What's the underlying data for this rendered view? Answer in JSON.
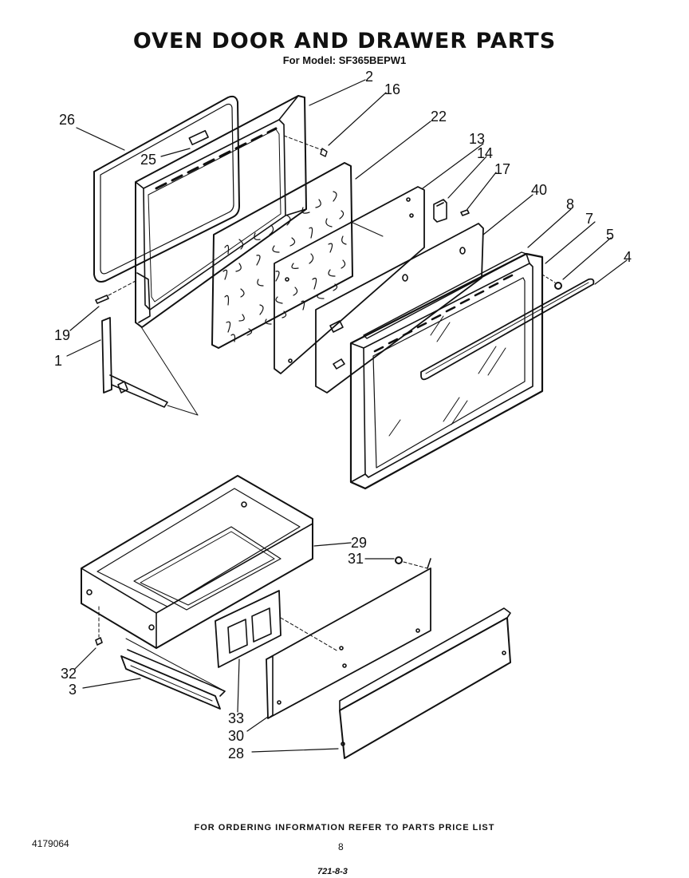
{
  "title": "OVEN DOOR AND  DRAWER PARTS",
  "subtitle": "For Model: SF365BEPW1",
  "footer_note": "FOR ORDERING INFORMATION REFER TO PARTS PRICE LIST",
  "doc_number": "4179064",
  "page_number": "8",
  "code": "721-8-3",
  "callouts": {
    "c1": "1",
    "c2": "2",
    "c3": "3",
    "c4": "4",
    "c5": "5",
    "c7": "7",
    "c8": "8",
    "c13": "13",
    "c14": "14",
    "c16": "16",
    "c17": "17",
    "c19": "19",
    "c22": "22",
    "c25": "25",
    "c26": "26",
    "c28": "28",
    "c29": "29",
    "c30": "30",
    "c31": "31",
    "c32": "32",
    "c33": "33",
    "c40": "40"
  }
}
